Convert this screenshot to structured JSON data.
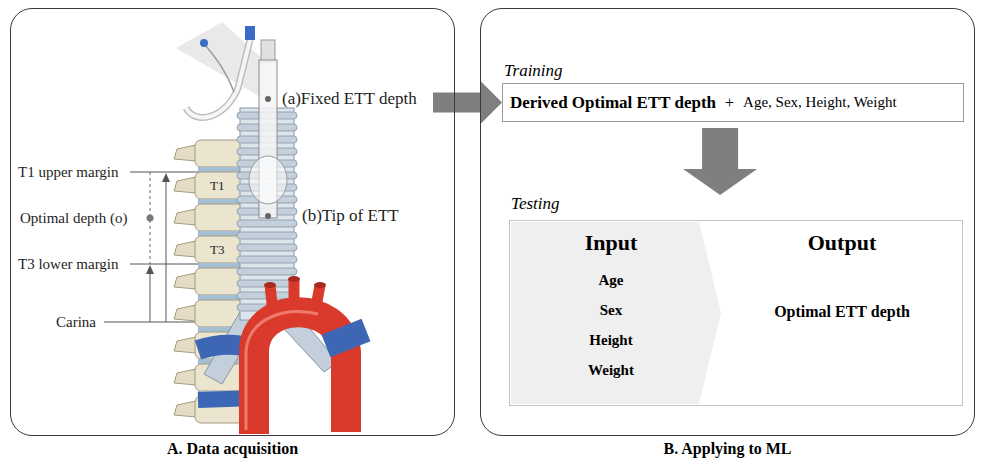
{
  "diagram": {
    "nodes": [
      {
        "text": [
          "A. Data acquisition"
        ]
      },
      {
        "text": [
          "B. Applying to ML"
        ]
      },
      {
        "text": [
          "Training",
          "Derived Optimal ETT depth",
          "+",
          "Age, Sex, Height, Weight"
        ],
        "in": 1
      },
      {
        "text": [
          "Testing",
          "Output",
          "Optimal ETT depth"
        ],
        "in": 1
      },
      {
        "text": [
          "Input",
          "Age",
          "Sex",
          "Height",
          "Weight"
        ],
        "in": 3
      }
    ],
    "edges": [
      {
        "from": 0,
        "to": 2,
        "arrow": "to"
      },
      {
        "from": 2,
        "to": 3,
        "arrow": "to"
      }
    ],
    "labels": [
      "(a)Fixed ETT depth",
      "T1 upper margin",
      "Optimal depth (o)",
      "(b)Tip of ETT",
      "T1",
      "T3",
      "T3 lower margin",
      "Carina"
    ]
  }
}
